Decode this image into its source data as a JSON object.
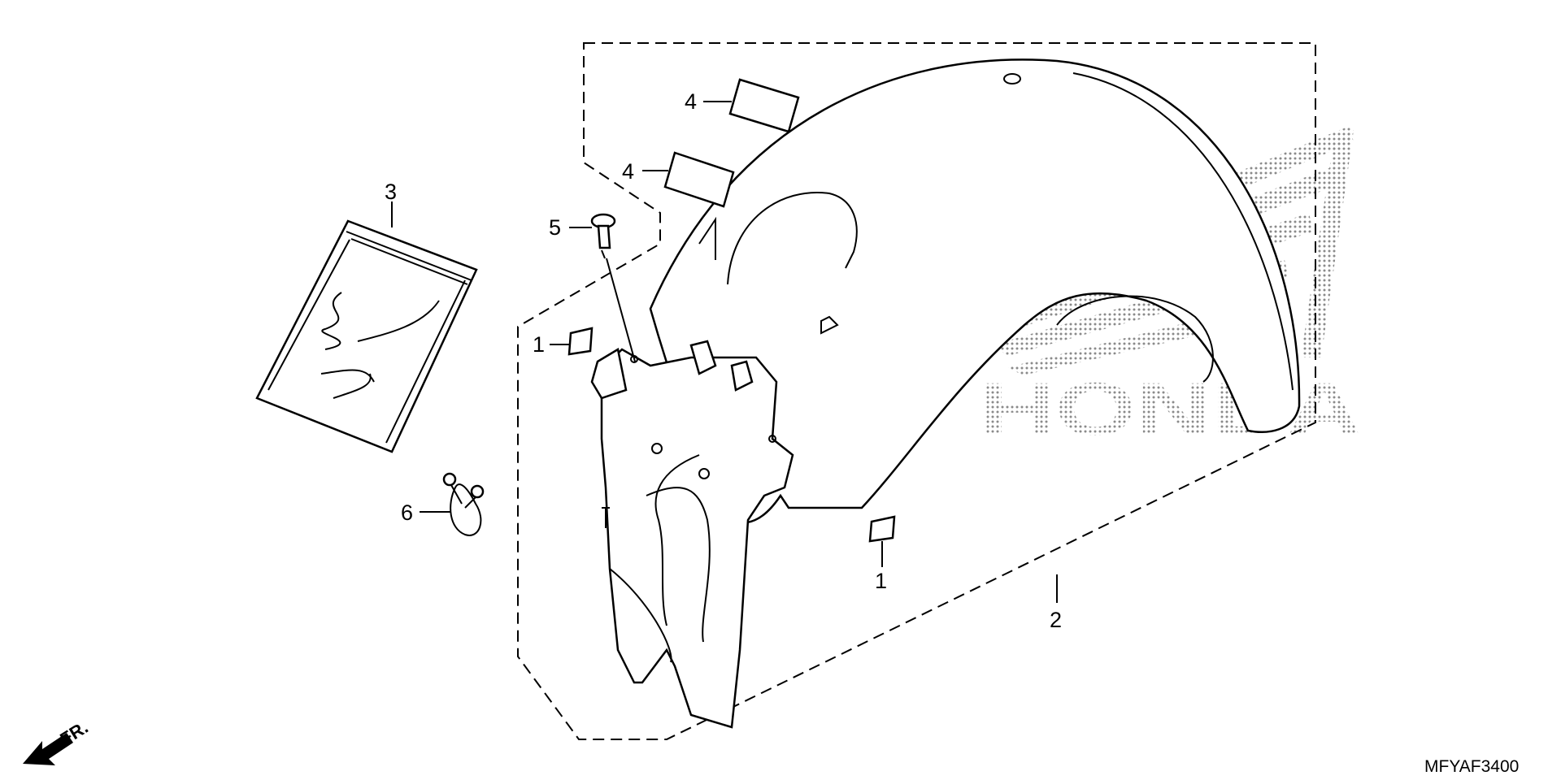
{
  "watermark": {
    "brand_text": "HONDA",
    "color": "#8a8a8a"
  },
  "callouts": {
    "c1a": "1",
    "c1b": "1",
    "c2": "2",
    "c3": "3",
    "c4a": "4",
    "c4b": "4",
    "c5": "5",
    "c6": "6"
  },
  "direction_label": "FR.",
  "diagram_code": "MFYAF3400",
  "colors": {
    "line": "#000000",
    "background": "#ffffff"
  }
}
